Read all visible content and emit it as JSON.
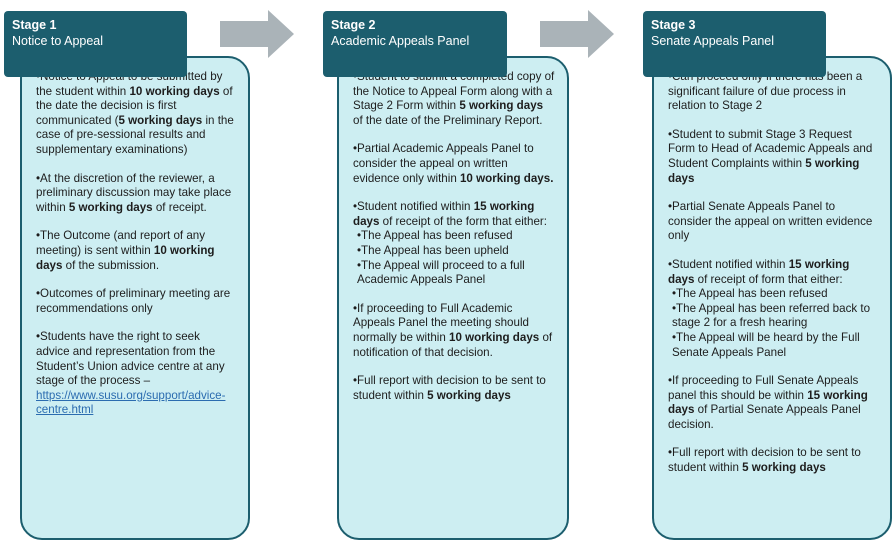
{
  "stages": [
    {
      "title": "Stage 1",
      "subtitle": "Notice to Appeal",
      "items": [
        {
          "html": "•Notice to Appeal to be submitted by the student within <b>10 working days</b> of the date the decision is first communicated (<b>5 working days</b> in the case of pre-sessional results and supplementary examinations)"
        },
        {
          "html": "•At the discretion of the reviewer, a preliminary discussion may take place within <b>5 working days</b> of receipt."
        },
        {
          "html": "•The Outcome (and report of any meeting) is sent within <b>10 working days</b> of the submission."
        },
        {
          "html": "•Outcomes of preliminary meeting are recommendations only"
        },
        {
          "html": "•Students have the right to seek advice and representation from the Student’s Union advice centre at any stage of the process – <span class=\"link\">https://www.susu.org/support/advice-centre.html</span>"
        }
      ]
    },
    {
      "title": "Stage 2",
      "subtitle": "Academic Appeals Panel",
      "items": [
        {
          "html": "•Student to submit a completed copy of the Notice to Appeal Form along with a Stage 2 Form within <b>5 working days</b> of the date of the Preliminary Report."
        },
        {
          "html": "•Partial Academic Appeals Panel to consider the appeal on written evidence only within <b>10 working days.</b>"
        },
        {
          "html": "•Student notified within <b>15 working days</b> of receipt of the form that either:",
          "subs": [
            "•The Appeal has been refused",
            "•The Appeal has been upheld",
            "•The Appeal will proceed to a full Academic Appeals Panel"
          ]
        },
        {
          "html": "•If proceeding to Full Academic Appeals Panel the meeting should normally be within <b>10 working days</b> of notification of that decision."
        },
        {
          "html": "•Full report with decision to be sent to student within <b>5 working days</b>"
        }
      ]
    },
    {
      "title": "Stage 3",
      "subtitle": "Senate Appeals Panel",
      "items": [
        {
          "html": "•Can proceed only if there has been a significant failure of due process in relation to Stage 2"
        },
        {
          "html": "•Student to submit Stage 3 Request Form to Head of Academic Appeals and Student Complaints within <b>5 working days</b>"
        },
        {
          "html": "•Partial Senate Appeals Panel to consider the appeal on written evidence only"
        },
        {
          "html": "•Student notified within <b>15 working days</b> of receipt of form that either:",
          "subs": [
            "•The Appeal has been refused",
            "•The Appeal has been referred back to stage 2 for a fresh hearing",
            "•The Appeal will be heard by the Full Senate Appeals Panel"
          ]
        },
        {
          "html": "•If proceeding to Full Senate Appeals panel this should be within <b>15 working days</b> of Partial Senate Appeals Panel decision."
        },
        {
          "html": "•Full report with decision to be sent to student within <b>5 working days</b>"
        }
      ]
    }
  ],
  "colors": {
    "header": "#1c5e6e",
    "panel": "#cdeef2",
    "arrow": "#aab3b8"
  }
}
